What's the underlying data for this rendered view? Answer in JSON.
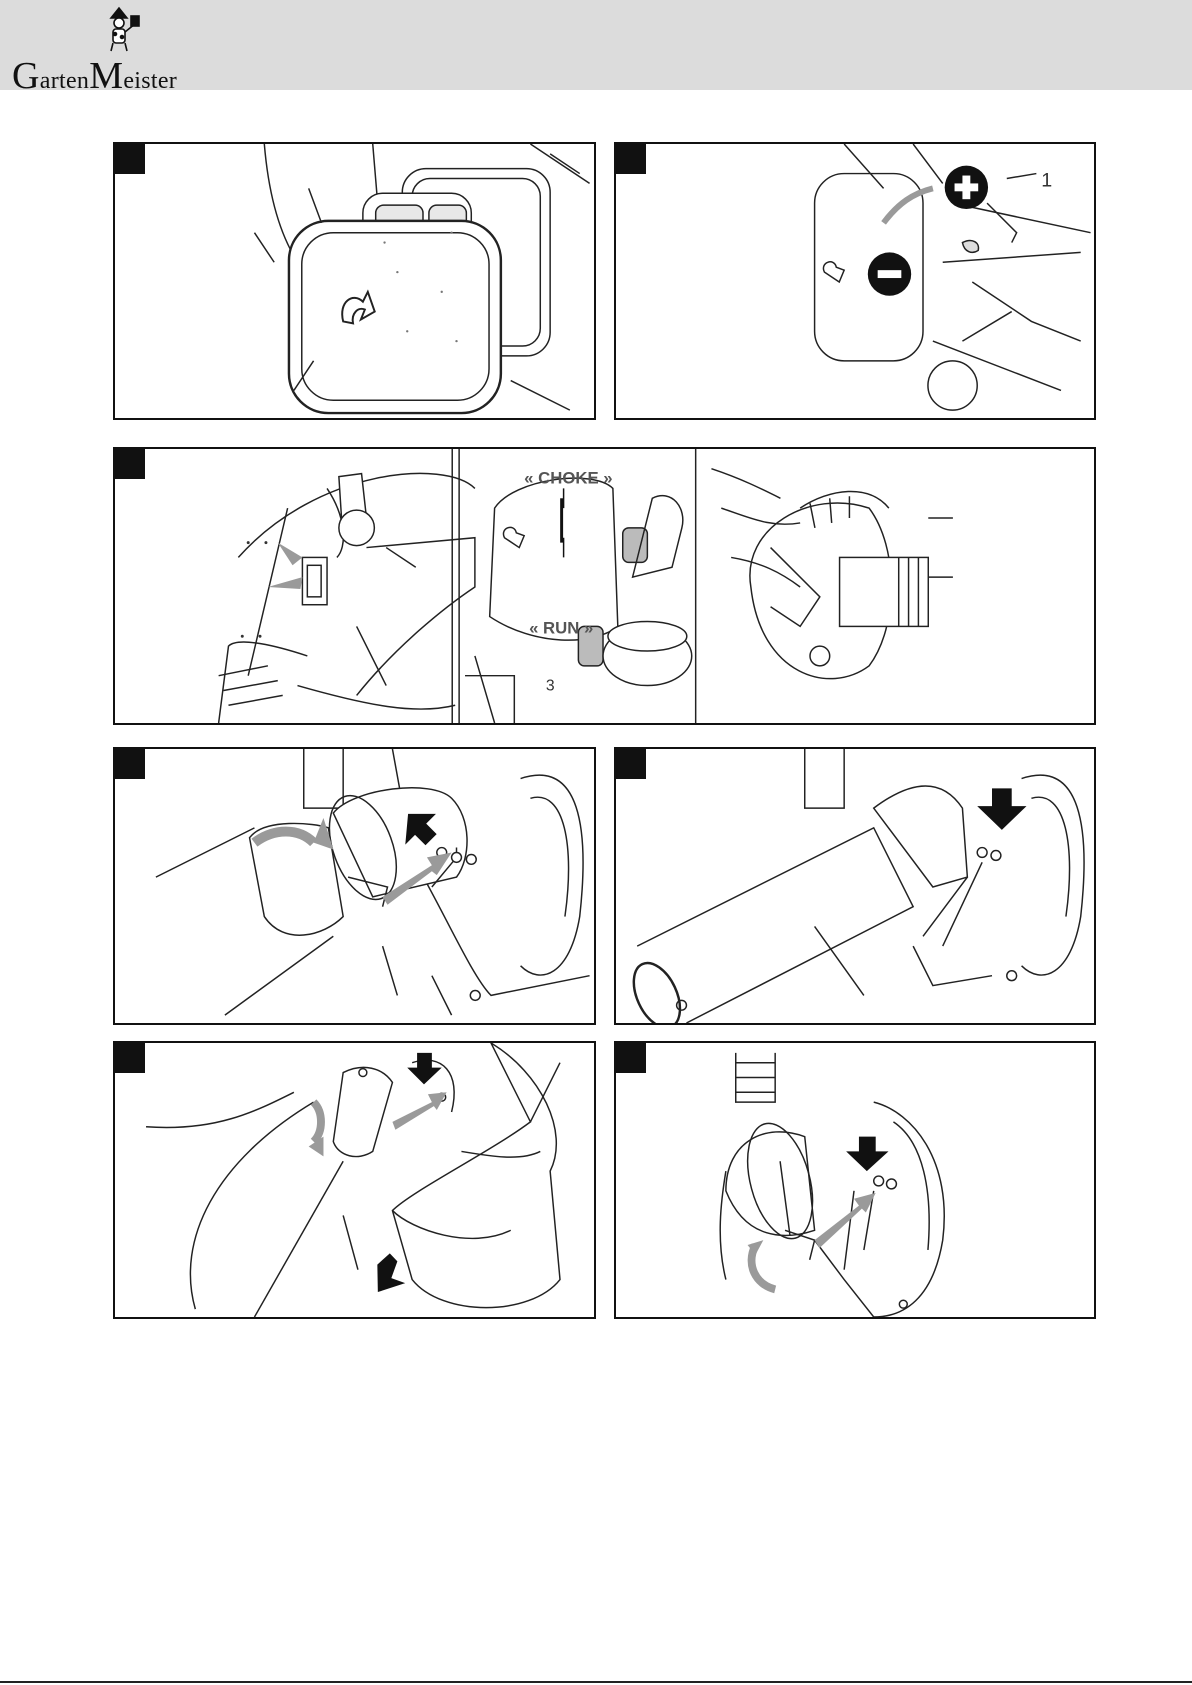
{
  "brand": {
    "name_part1_cap": "G",
    "name_part1_rest": "arten",
    "name_part2_cap": "M",
    "name_part2_rest": "eister"
  },
  "figures": {
    "adjust": {
      "label_1": "1"
    },
    "start": {
      "choke_label": "« CHOKE »",
      "run_label": "« RUN »",
      "label_3": "3"
    }
  },
  "colors": {
    "header_bg": "#dcdcdc",
    "frame": "#111111",
    "arrow_grey": "#9a9a9a"
  }
}
